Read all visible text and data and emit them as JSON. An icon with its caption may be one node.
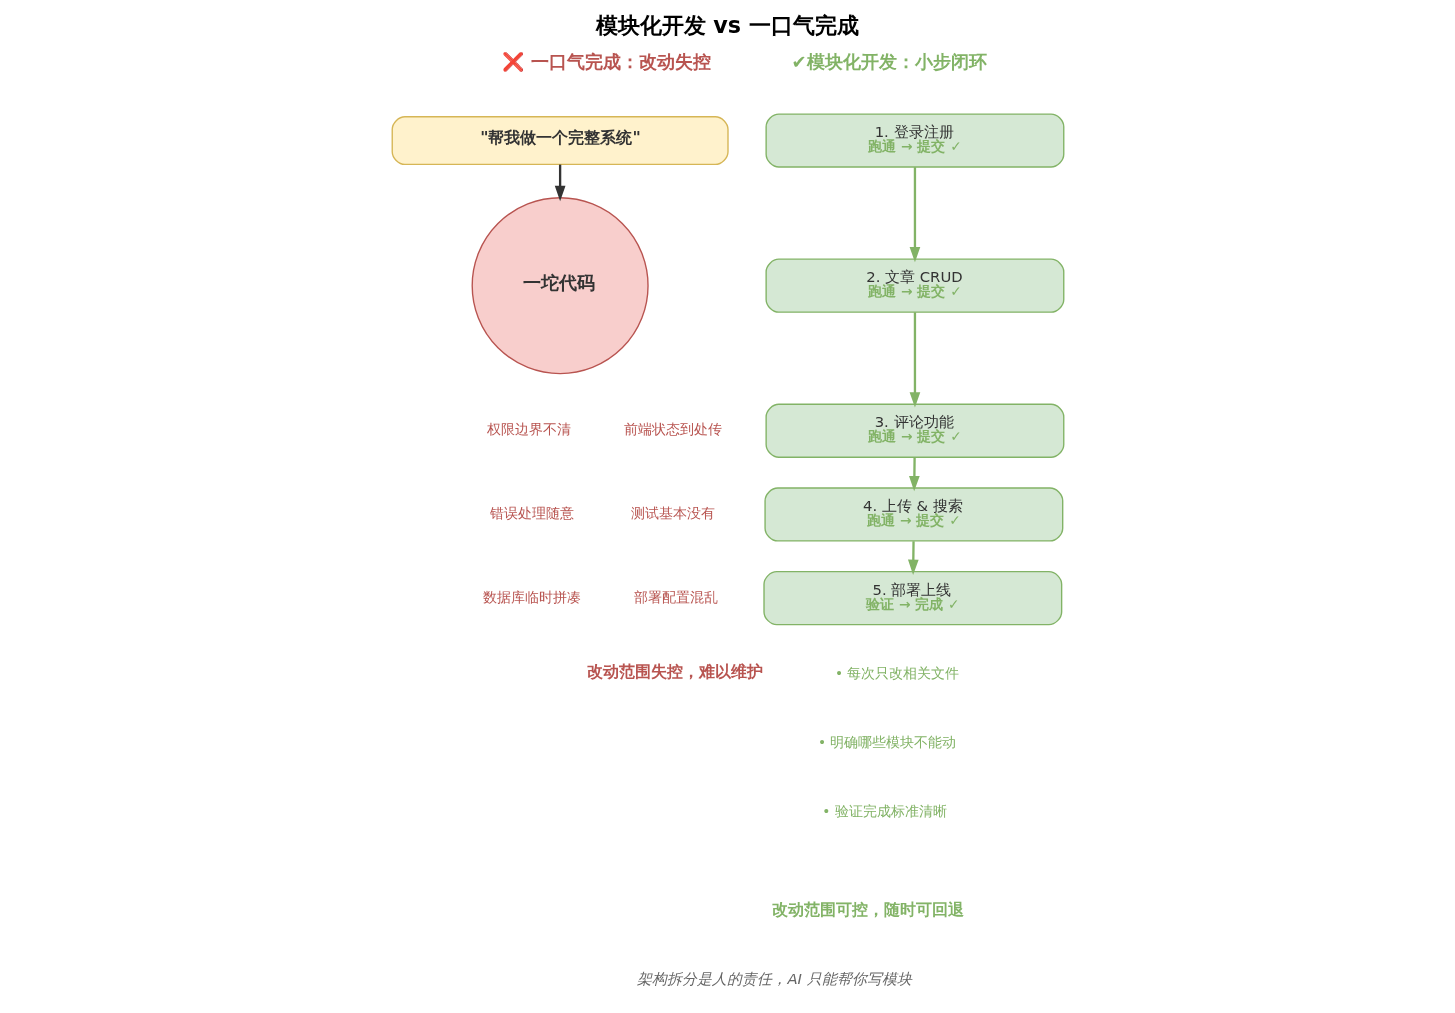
{
  "diagram": {
    "title": "模块化开发 vs 一口气完成",
    "nodes": [
      {
        "text": [
          "\"帮我做一个完整系统\""
        ]
      },
      {
        "text": [
          "一坨代码"
        ]
      },
      {
        "text": [
          "1. 登录注册",
          "跑通 → 提交 ✓"
        ]
      },
      {
        "text": [
          "2. 文章 CRUD",
          "跑通 → 提交 ✓"
        ]
      },
      {
        "text": [
          "3. 评论功能",
          "跑通 → 提交 ✓"
        ]
      },
      {
        "text": [
          "4. 上传 & 搜索",
          "跑通 → 提交 ✓"
        ]
      },
      {
        "text": [
          "5. 部署上线",
          "验证 → 完成 ✓"
        ]
      }
    ],
    "edges": [
      {
        "from": 0,
        "to": 1,
        "arrow": "to",
        "color": "#333333"
      },
      {
        "from": 2,
        "to": 3,
        "arrow": "to"
      },
      {
        "from": 3,
        "to": 4,
        "arrow": "to"
      },
      {
        "from": 4,
        "to": 5,
        "arrow": "to"
      },
      {
        "from": 5,
        "to": 6,
        "arrow": "to"
      }
    ],
    "labels": [
      "❌ 一口气完成：改动失控",
      "✔模块化开发：小步闭环",
      "权限边界不清",
      "前端状态到处传",
      "错误处理随意",
      "测试基本没有",
      "数据库临时拼凑",
      "部署配置混乱",
      "改动范围失控，难以维护",
      "• 每次只改相关文件",
      "• 明确哪些模块不能动",
      "• 验证完成标准清晰",
      "改动范围可控，随时可回退",
      "架构拆分是人的责任，AI 只能帮你写模块"
    ]
  }
}
